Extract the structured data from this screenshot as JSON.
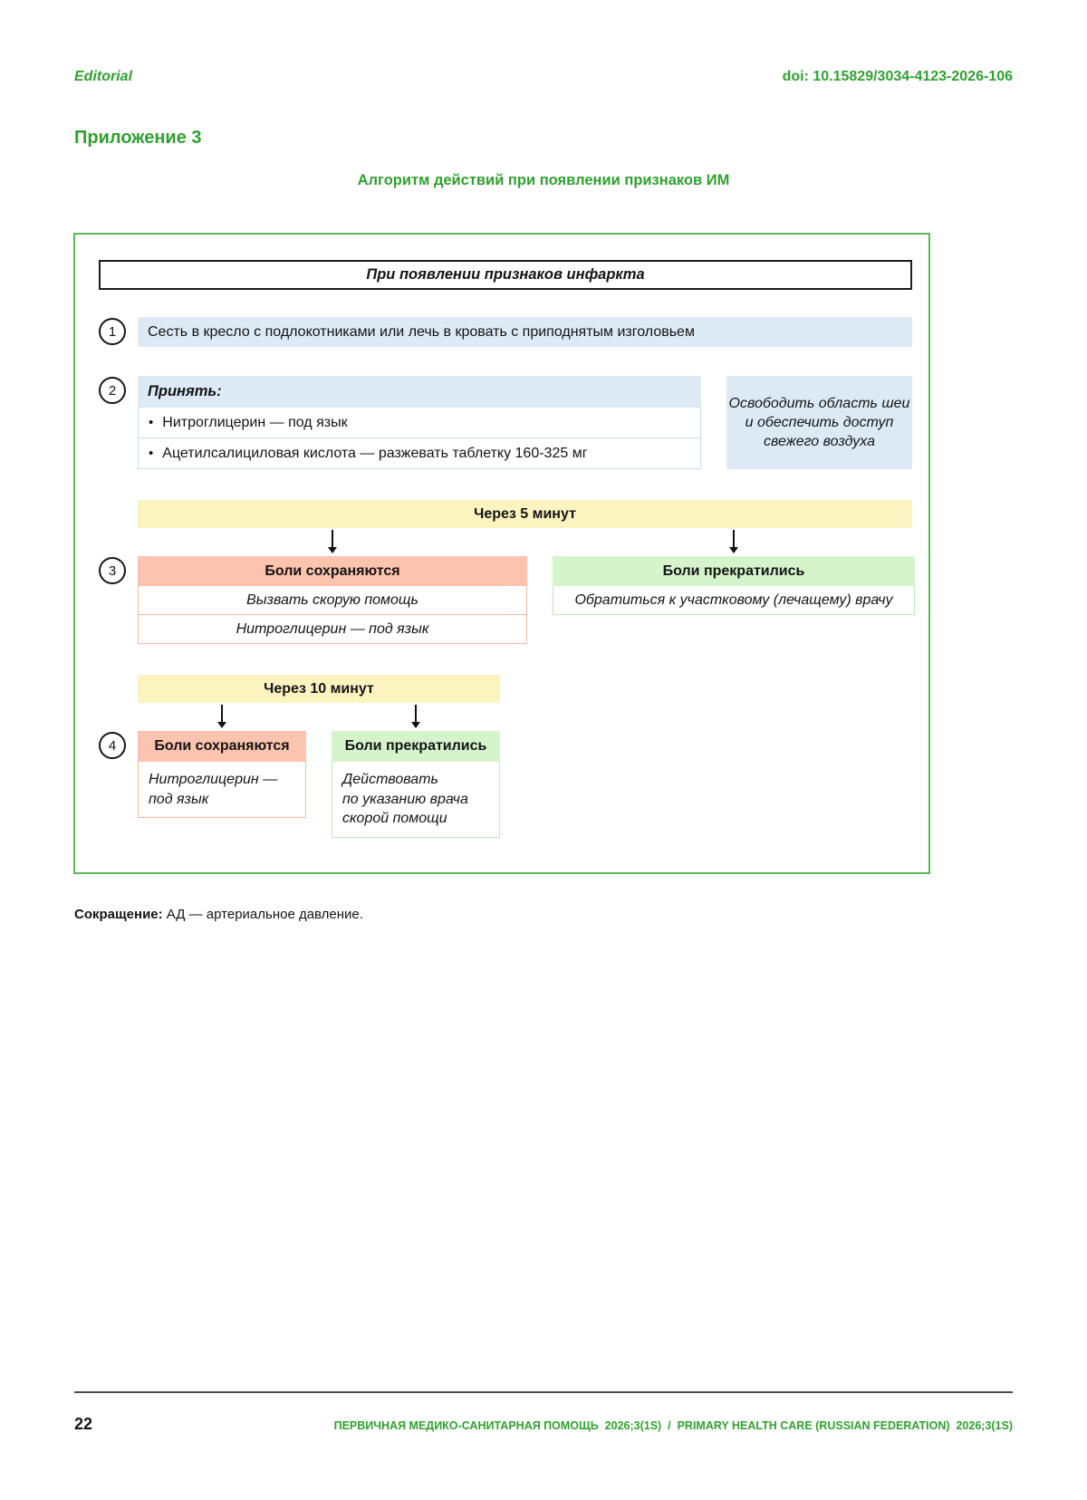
{
  "colors": {
    "accent_green": "#2fa12f",
    "border_green": "#5cb85c",
    "light_blue": "#ddeaf5",
    "blue_border": "#c7ddef",
    "yellow": "#fcf4c0",
    "salmon": "#fcc3ae",
    "salmon_border": "#f9b7a1",
    "light_green": "#d6f4cc",
    "green_border": "#bfe9b4"
  },
  "glyphs": {
    "bullet": "•"
  },
  "page": {
    "editorial": "Editorial",
    "doi": "doi: 10.15829/3034-4123-2026-106",
    "appendix": "Приложение 3",
    "title": "Алгоритм действий при появлении признаков ИМ",
    "abbreviation_label": "Сокращение:",
    "abbreviation_text": " АД — артериальное давление.",
    "page_number": "22",
    "journal_footer": "ПЕРВИЧНАЯ МЕДИКО-САНИТАРНАЯ ПОМОЩЬ  2026;3(1S)  /  PRIMARY HEALTH CARE (RUSSIAN FEDERATION)  2026;3(1S)"
  },
  "flowchart": {
    "header": "При появлении признаков инфаркта",
    "step1": {
      "number": "1",
      "text": "Сесть в кресло с подлокотниками или лечь в кровать с приподнятым изголовьем"
    },
    "step2": {
      "number": "2",
      "title": "Принять:",
      "bullets": [
        "Нитроглицерин — под язык",
        "Ацетилсалициловая кислота — разжевать таблетку 160-325 мг"
      ]
    },
    "side_note_lines": [
      "Освободить область шеи",
      "и обеспечить доступ",
      "свежего воздуха"
    ],
    "timer_5min": "Через 5 минут",
    "timer_10min": "Через 10 минут",
    "step3": {
      "number": "3",
      "persists": {
        "header": "Боли сохраняются",
        "actions": [
          "Вызвать скорую помощь",
          "Нитроглицерин — под язык"
        ]
      },
      "stopped": {
        "header": "Боли прекратились",
        "actions": [
          "Обратиться к участковому (лечащему) врачу"
        ]
      }
    },
    "step4": {
      "number": "4",
      "persists": {
        "header": "Боли сохраняются",
        "lines": [
          "Нитроглицерин —",
          "под язык"
        ]
      },
      "stopped": {
        "header": "Боли прекратились",
        "lines": [
          "Действовать",
          "по указанию врача",
          "скорой помощи"
        ]
      }
    }
  }
}
